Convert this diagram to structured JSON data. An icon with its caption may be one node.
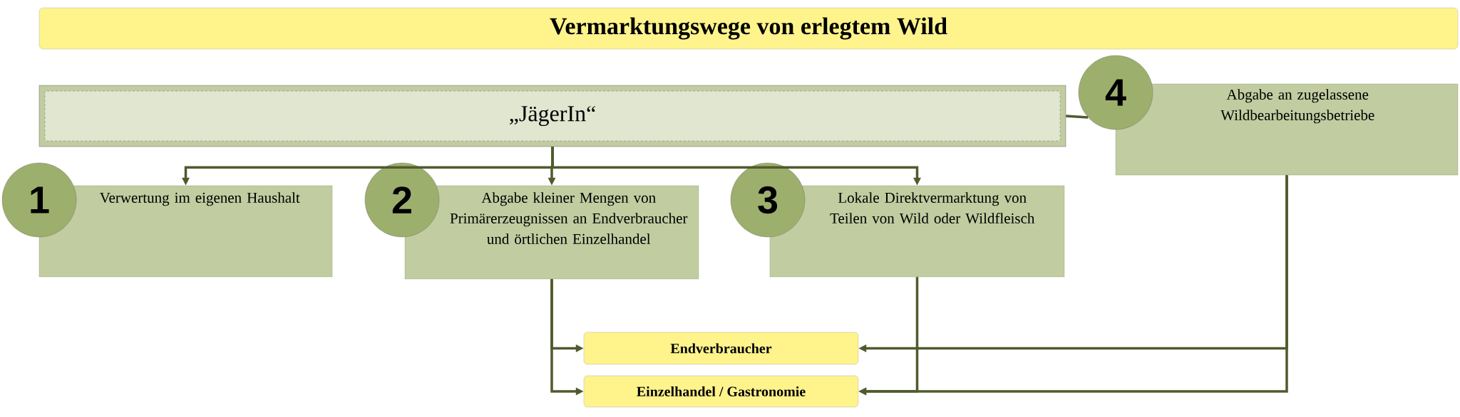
{
  "diagram": {
    "title": "Vermarktungswege von erlegtem Wild",
    "nodes": [
      {
        "text": [
          "„JägerIn“"
        ]
      },
      {
        "text": [
          "Abgabe an zugelassene Wildbearbeitungsbetriebe"
        ]
      },
      {
        "text": [
          "4"
        ]
      },
      {
        "text": [
          "Verwertung im eigenen Haushalt"
        ]
      },
      {
        "text": [
          "1"
        ]
      },
      {
        "text": [
          "Abgabe kleiner Mengen von Primärerzeugnissen an Endverbraucher und örtlichen Einzelhandel"
        ]
      },
      {
        "text": [
          "2"
        ]
      },
      {
        "text": [
          "Lokale Direktvermarktung von Teilen von Wild oder Wildfleisch"
        ]
      },
      {
        "text": [
          "3"
        ]
      },
      {
        "text": [
          "Endverbraucher"
        ]
      },
      {
        "text": [
          "Einzelhandel / Gastronomie"
        ]
      }
    ],
    "edges": [
      {
        "from": 0,
        "to": 3,
        "arrow": "to"
      },
      {
        "from": 0,
        "to": 5,
        "arrow": "to"
      },
      {
        "from": 0,
        "to": 7,
        "arrow": "to"
      },
      {
        "from": 0,
        "to": 2,
        "arrow": "none"
      },
      {
        "from": 5,
        "to": 9,
        "arrow": "to"
      },
      {
        "from": 5,
        "to": 10,
        "arrow": "to"
      },
      {
        "from": 7,
        "to": 10,
        "arrow": "to"
      },
      {
        "from": 1,
        "to": 9,
        "arrow": "to"
      },
      {
        "from": 1,
        "to": 10,
        "arrow": "to"
      }
    ]
  }
}
